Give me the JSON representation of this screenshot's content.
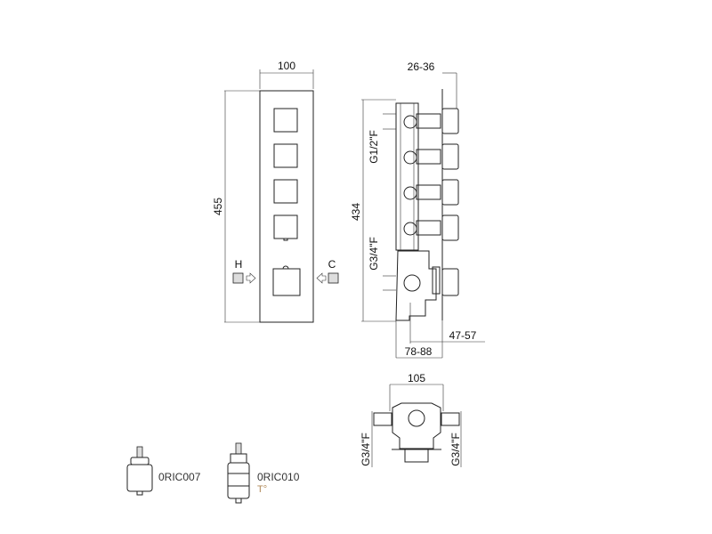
{
  "front_view": {
    "width_dim": "100",
    "height_dim": "455",
    "hot_label": "H",
    "cold_label": "C"
  },
  "side_view": {
    "height_dim": "434",
    "depth_plate_dim": "26-36",
    "depth_knob_dim": "47-57",
    "depth_total_dim": "78-88",
    "upper_connection": "G1/2\"F",
    "lower_connection": "G3/4\"F"
  },
  "top_view": {
    "width_dim": "105",
    "left_connection": "G3/4\"F",
    "right_connection": "G3/4\"F"
  },
  "cartridges": [
    {
      "code": "0RIC007"
    },
    {
      "code": "0RIC010",
      "note": "T°"
    }
  ]
}
